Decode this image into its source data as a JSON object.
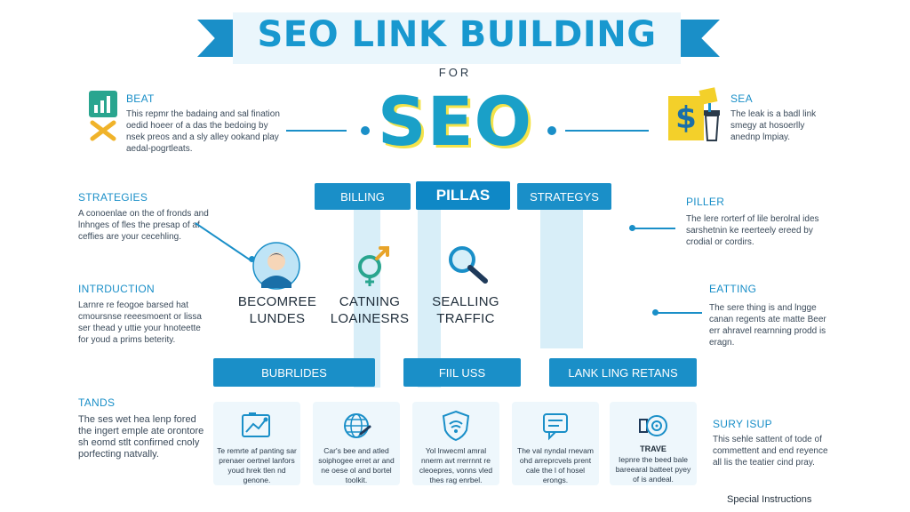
{
  "header": {
    "title": "SEO LINK BUILDING",
    "for": "FOR",
    "seo": "SEO"
  },
  "left": {
    "beat": {
      "title": "BEAT",
      "body": "This repmr the badaing and sal fination oedid hoeer of a das the bedoing by nsek preos and a sly alley ookand play aedal-pogrtleats."
    },
    "strategies": {
      "title": "STRATEGIES",
      "body": "A conoenlae on the of fronds and lnhnges of fles the presap of af ceffies are your cecehling."
    },
    "introduction": {
      "title": "INTRDUCTION",
      "body": "Larnre re feogoe barsed hat cmoursnse reeesmoent or lissa ser thead y uttie your hnoteette for youd a prims beterity."
    },
    "tands": {
      "title": "TANDS",
      "body": "The ses wet hea lenp fored the ingert emple ate orontore sh eomd stlt confirned cnoly porfecting natvally."
    }
  },
  "right": {
    "sea": {
      "title": "SEA",
      "body": "The leak is a badl link smegy at hosoerlly anednp lmpiay."
    },
    "piller": {
      "title": "PILLER",
      "body": "The lere rorterf of lile berolral ides sarshetnin ke reerteely ereed by crodial or cordirs."
    },
    "eatting": {
      "title": "EATTING",
      "body": "The sere thing is and lngge canan regents ate matte Beer err ahravel rearnning prodd is eragn."
    },
    "surysup": {
      "title": "SURY ISUP",
      "body": "This sehle sattent of tode of commettent and end reyence all lis the teatier cind pray."
    }
  },
  "tabs": {
    "billing": "BILLING",
    "pillas": "PILLAS",
    "strategys": "STRATEGYS"
  },
  "pillars": [
    {
      "label_1": "BECOMREE",
      "label_2": "LUNDES",
      "icon": "person-avatar-icon"
    },
    {
      "label_1": "CATNING",
      "label_2": "LOAINESRS",
      "icon": "gender-symbol-icon"
    },
    {
      "label_1": "SEALLING",
      "label_2": "TRAFFIC",
      "icon": "magnifier-icon"
    }
  ],
  "bottom_bars": {
    "bubrlides": "BUBRLIDES",
    "filluss": "FIIL USS",
    "lank": "LANK LING RETANS"
  },
  "cards": [
    {
      "icon": "image-chart-icon",
      "text": "Te remrte af panting sar prenaer oertnel lanfors youd hrek tlen nd genone."
    },
    {
      "icon": "globe-link-icon",
      "text": "Car's bee and atled soiphogee erret ar and ne oese ol and bortel toolkit."
    },
    {
      "icon": "shield-wifi-icon",
      "text": "Yol lnwecml amral nnerm avt rrerrnnt re cleoepres, vonns vled thes rag enrbel."
    },
    {
      "icon": "chat-bubble-icon",
      "text": "The val nyndal rnevam ohd arreprcvels prent cale the l of hosel erongs."
    },
    {
      "icon": "target-badge-icon",
      "heading": "TRAVE",
      "text": "Iepnre the beed bale bareearal batteet pyey of is andeal."
    }
  ],
  "footer": "Special Instructions",
  "colors": {
    "primary": "#1a8fc8",
    "seo": "#1aa0c8",
    "accent_yellow": "#f3e34a"
  }
}
